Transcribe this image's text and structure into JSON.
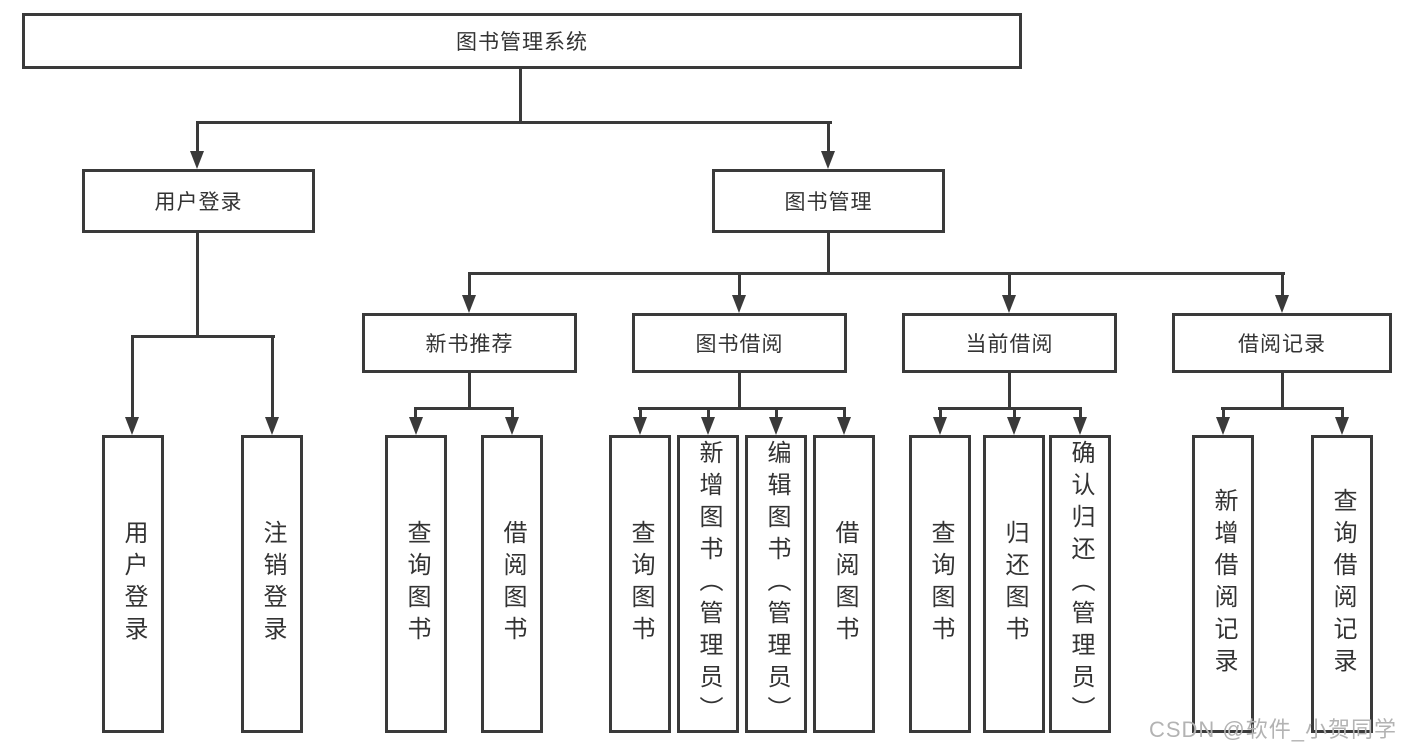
{
  "diagram_type": "hierarchy-tree",
  "tree": {
    "label": "图书管理系统",
    "children": [
      {
        "label": "用户登录",
        "children": [
          {
            "label": "用户登录"
          },
          {
            "label": "注销登录"
          }
        ]
      },
      {
        "label": "图书管理",
        "children": [
          {
            "label": "新书推荐",
            "children": [
              {
                "label": "查询图书"
              },
              {
                "label": "借阅图书"
              }
            ]
          },
          {
            "label": "图书借阅",
            "children": [
              {
                "label": "查询图书"
              },
              {
                "label": "新增图书（管理员）"
              },
              {
                "label": "编辑图书（管理员）"
              },
              {
                "label": "借阅图书"
              }
            ]
          },
          {
            "label": "当前借阅",
            "children": [
              {
                "label": "查询图书"
              },
              {
                "label": "归还图书"
              },
              {
                "label": "确认归还（管理员）"
              }
            ]
          },
          {
            "label": "借阅记录",
            "children": [
              {
                "label": "新增借阅记录"
              },
              {
                "label": "查询借阅记录"
              }
            ]
          }
        ]
      }
    ]
  },
  "watermark": {
    "text": "CSDN @软件_小贺同学"
  },
  "colors": {
    "line": "#3a3a3a",
    "box_border": "#3a3a3a",
    "box_fill": "#ffffff",
    "text": "#333333",
    "watermark": "#b3b3b3",
    "background": "#ffffff"
  }
}
